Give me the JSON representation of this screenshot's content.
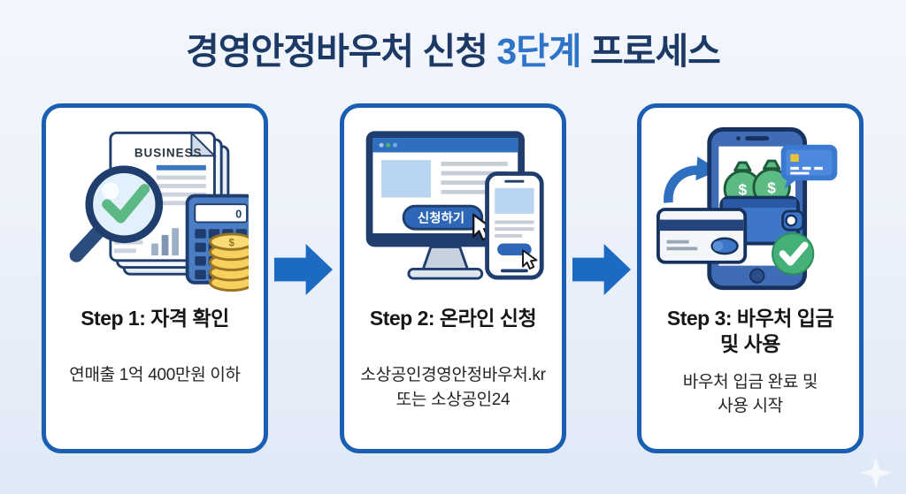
{
  "title": {
    "prefix": "경영안정바우처 신청 ",
    "highlight": "3단계",
    "suffix": " 프로세스"
  },
  "colors": {
    "title_navy": "#1d3a66",
    "title_highlight_blue": "#2e74c9",
    "card_border_blue": "#1a5fb4",
    "arrow_blue": "#1d6ac2",
    "illustration_navy": "#1f3e6d",
    "illustration_blue": "#2e66b8",
    "light_blue_fill": "#b9d5f2",
    "check_green": "#45b179",
    "coin_gold": "#f6d15e",
    "background_light": "#eef2fa"
  },
  "steps": [
    {
      "title_lines": [
        "Step 1: 자격 확인"
      ],
      "subtitle_lines": [
        "연매출 1억 400만원 이하"
      ],
      "illustration": {
        "doc_label": "BUSINESS",
        "calc_display": "0",
        "coin_symbol": "$"
      }
    },
    {
      "title_lines": [
        "Step 2: 온라인 신청"
      ],
      "subtitle_lines": [
        "소상공인경영안정바우처.kr",
        "또는 소상공인24"
      ],
      "illustration": {
        "button_label": "신청하기"
      }
    },
    {
      "title_lines": [
        "Step 3: 바우처 입금",
        "및 사용"
      ],
      "subtitle_lines": [
        "바우처 입금 완료 및",
        "사용 시작"
      ],
      "illustration": {
        "bag_symbol": "$"
      }
    }
  ]
}
